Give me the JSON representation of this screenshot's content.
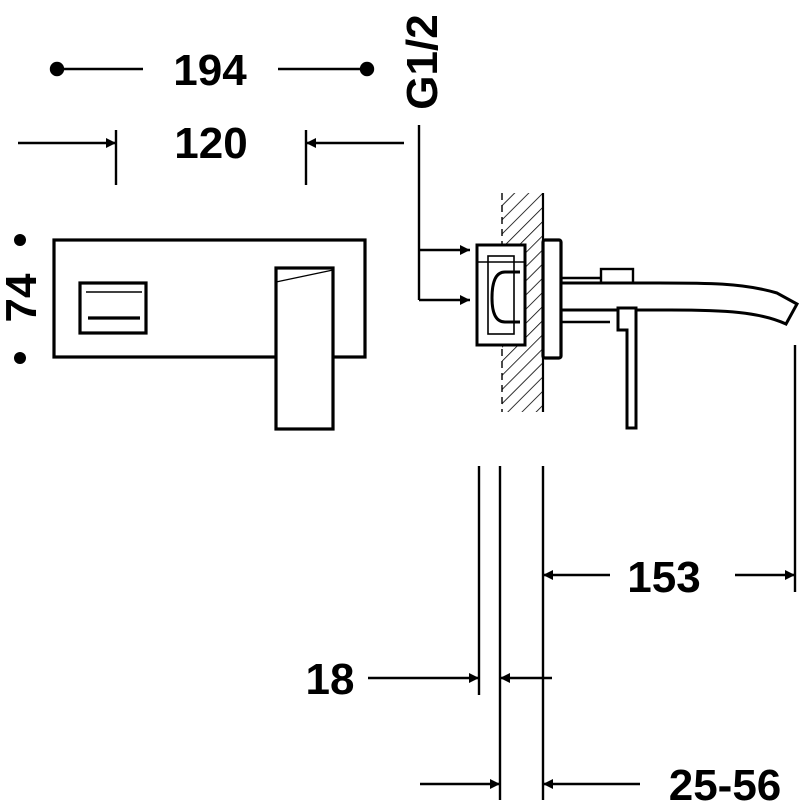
{
  "dimensions": {
    "overall_width": "194",
    "plate_width": "120",
    "inlet_thread": "G1/2",
    "plate_height": "74",
    "spout_projection": "153",
    "wall_plate_depth": "18",
    "wall_range": "25-56"
  },
  "colors": {
    "stroke": "#000000",
    "background": "#ffffff"
  }
}
